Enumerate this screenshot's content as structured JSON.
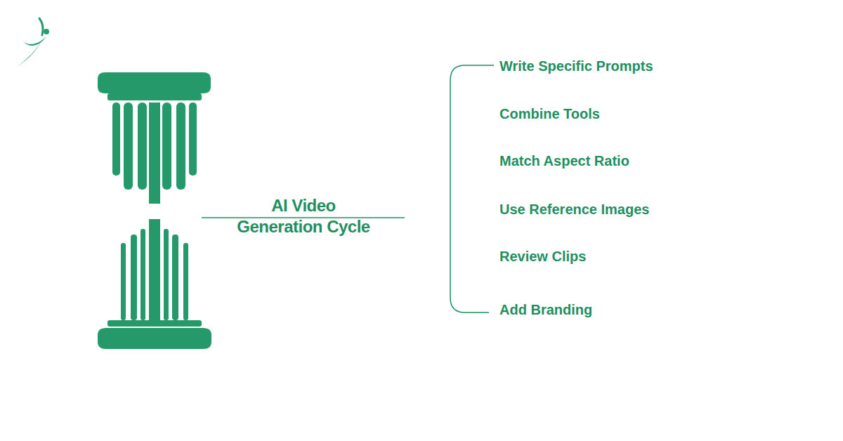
{
  "diagram": {
    "title": "AI Video Generation Cycle",
    "labels": [
      "Write Specific Prompts",
      "Combine Tools",
      "Match Aspect Ratio",
      "Use Reference Images",
      "Review Clips",
      "Add Branding"
    ]
  }
}
